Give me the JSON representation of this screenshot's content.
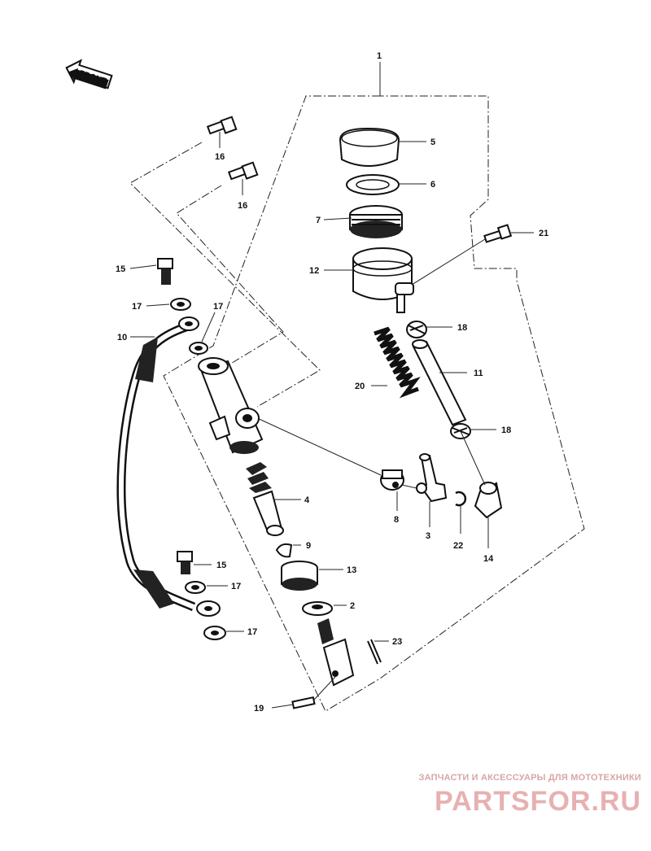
{
  "front_badge": "FRONT",
  "callouts": {
    "c1": "1",
    "c2": "2",
    "c3": "3",
    "c4": "4",
    "c5": "5",
    "c6": "6",
    "c7": "7",
    "c8": "8",
    "c9": "9",
    "c10": "10",
    "c11": "11",
    "c12": "12",
    "c13": "13",
    "c14": "14",
    "c15a": "15",
    "c15b": "15",
    "c16a": "16",
    "c16b": "16",
    "c17a": "17",
    "c17b": "17",
    "c17c": "17",
    "c17d": "17",
    "c18a": "18",
    "c18b": "18",
    "c19": "19",
    "c20": "20",
    "c21": "21",
    "c22": "22",
    "c23": "23"
  },
  "watermark": {
    "tagline": "ЗАПЧАСТИ И АКСЕССУАРЫ ДЛЯ МОТОТЕХНИКИ",
    "brand": "PARTSFOR.RU",
    "color": "#e7b1b1"
  }
}
